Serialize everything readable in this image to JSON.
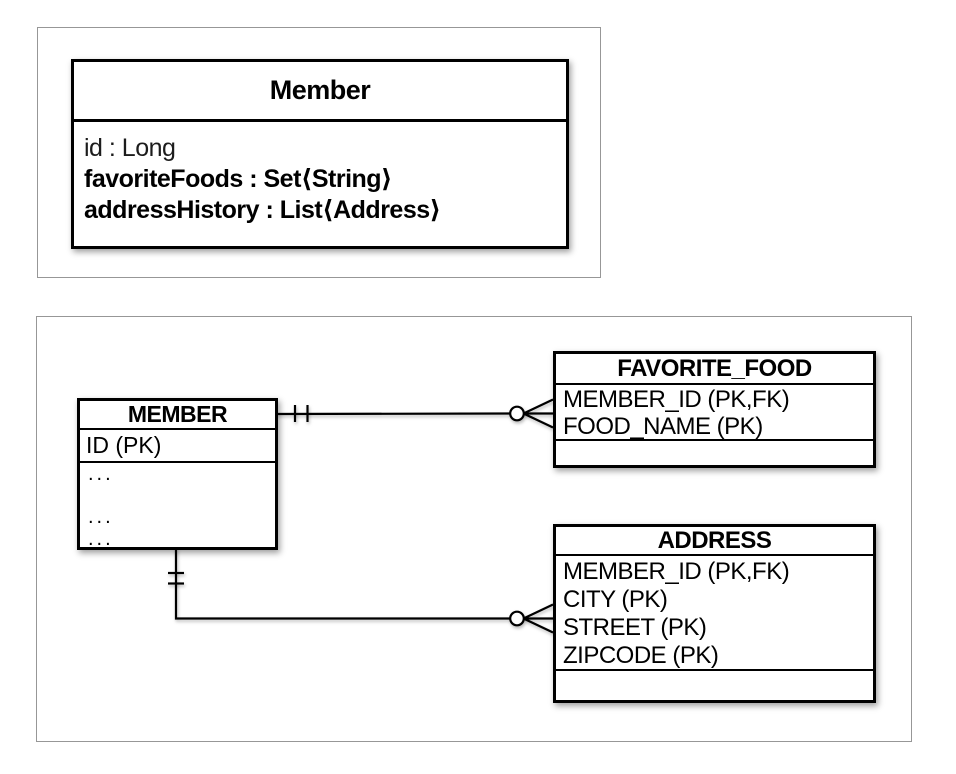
{
  "panels": {
    "uml": {
      "class": {
        "title": "Member",
        "attributes": [
          {
            "text": "id : Long",
            "emphasis": "regular"
          },
          {
            "text": "favoriteFoods : Set⟨String⟩",
            "emphasis": "bold"
          },
          {
            "text": "addressHistory : List⟨Address⟩",
            "emphasis": "bold"
          }
        ]
      }
    },
    "erd": {
      "tables": {
        "member": {
          "name": "MEMBER",
          "key_row": "ID (PK)",
          "body_rows": [
            "...",
            "",
            "...",
            "..."
          ]
        },
        "favorite_food": {
          "name": "FAVORITE_FOOD",
          "columns": [
            "MEMBER_ID (PK,FK)",
            "FOOD_NAME (PK)"
          ]
        },
        "address": {
          "name": "ADDRESS",
          "columns": [
            "MEMBER_ID (PK,FK)",
            "CITY (PK)",
            "STREET (PK)",
            "ZIPCODE (PK)"
          ]
        }
      },
      "relationships": [
        {
          "from": "MEMBER",
          "to": "FAVORITE_FOOD",
          "from_end": "one-and-only-one",
          "to_end": "zero-or-many"
        },
        {
          "from": "MEMBER",
          "to": "ADDRESS",
          "from_end": "one-and-only-one",
          "to_end": "zero-or-many"
        }
      ]
    }
  },
  "colors": {
    "line": "#000000",
    "frame_border": "#979797",
    "background": "#ffffff"
  }
}
